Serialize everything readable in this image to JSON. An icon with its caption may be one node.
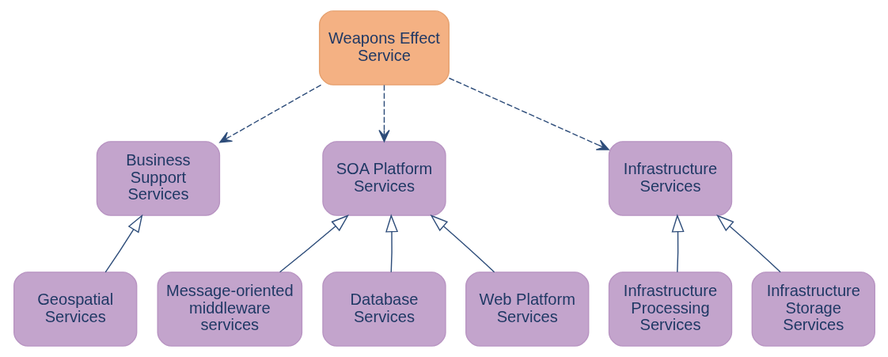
{
  "diagram": {
    "nodes": [
      {
        "text": [
          "Weapons Effect Service"
        ]
      },
      {
        "text": [
          "Business Support Services"
        ]
      },
      {
        "text": [
          "SOA Platform Services"
        ]
      },
      {
        "text": [
          "Infrastructure Services"
        ]
      },
      {
        "text": [
          "Geospatial Services"
        ]
      },
      {
        "text": [
          "Message-oriented middleware services"
        ]
      },
      {
        "text": [
          "Database Services"
        ]
      },
      {
        "text": [
          "Web Platform Services"
        ]
      },
      {
        "text": [
          "Infrastructure Processing Services"
        ]
      },
      {
        "text": [
          "Infrastructure Storage Services"
        ]
      }
    ],
    "edges": [
      {
        "from": 0,
        "to": 1,
        "arrow": "to",
        "style": "dashed"
      },
      {
        "from": 0,
        "to": 2,
        "arrow": "to",
        "style": "dashed"
      },
      {
        "from": 0,
        "to": 3,
        "arrow": "to",
        "style": "dashed"
      },
      {
        "from": 4,
        "to": 1,
        "arrow": "to"
      },
      {
        "from": 5,
        "to": 2,
        "arrow": "to"
      },
      {
        "from": 6,
        "to": 2,
        "arrow": "to"
      },
      {
        "from": 7,
        "to": 2,
        "arrow": "to"
      },
      {
        "from": 8,
        "to": 3,
        "arrow": "to"
      },
      {
        "from": 9,
        "to": 3,
        "arrow": "to"
      }
    ]
  }
}
